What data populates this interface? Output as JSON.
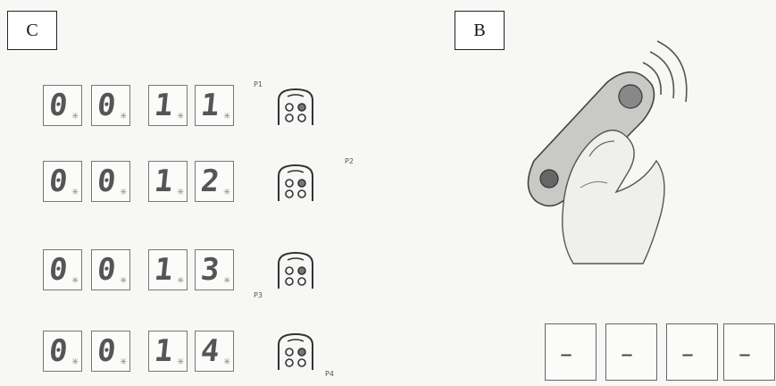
{
  "panels": {
    "left_label": "C",
    "right_label": "B"
  },
  "rows": [
    {
      "digits": [
        "0",
        "0",
        "1",
        "1"
      ],
      "remote_label": "P1"
    },
    {
      "digits": [
        "0",
        "0",
        "1",
        "2"
      ],
      "remote_label": "P2"
    },
    {
      "digits": [
        "0",
        "0",
        "1",
        "3"
      ],
      "remote_label": "P3"
    },
    {
      "digits": [
        "0",
        "0",
        "1",
        "4"
      ],
      "remote_label": "P4"
    }
  ],
  "display": {
    "dashes": [
      "–",
      "–",
      "–",
      "–"
    ]
  },
  "icons": {
    "remote": "remote-control-icon",
    "hand": "hand-holding-remote-icon",
    "signal": "wireless-signal-icon"
  }
}
